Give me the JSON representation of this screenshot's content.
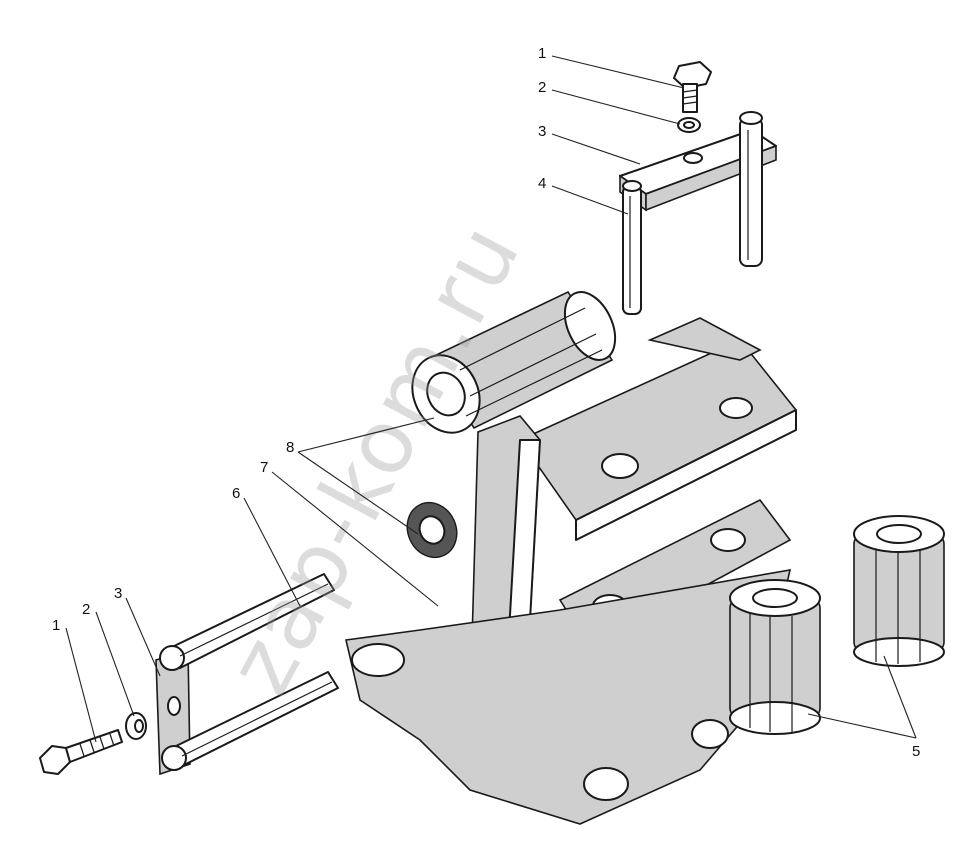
{
  "watermark": "zap-kom.ru",
  "callouts": {
    "top_1": "1",
    "top_2": "2",
    "top_3": "3",
    "top_4": "4",
    "left_1": "1",
    "left_2": "2",
    "left_3": "3",
    "label_6": "6",
    "label_7": "7",
    "label_8": "8",
    "label_5": "5"
  },
  "colors": {
    "ink": "#1a1a1a",
    "shade": "#cfcfcf",
    "watermark": "#9a9a9a"
  }
}
